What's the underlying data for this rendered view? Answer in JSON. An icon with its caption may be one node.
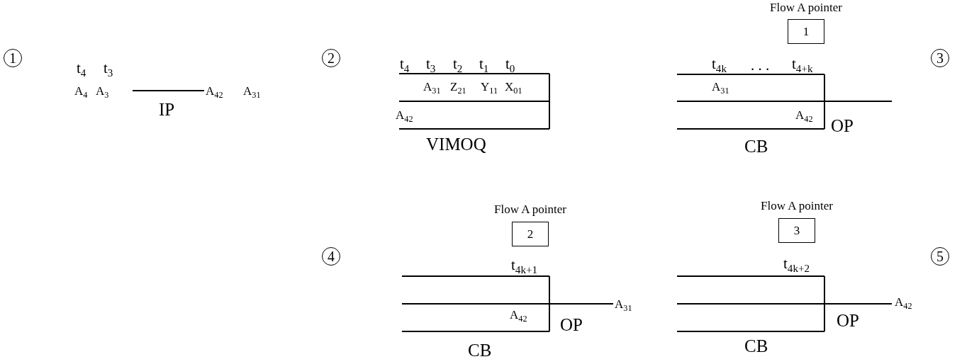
{
  "diagram": {
    "nodes": [
      {
        "text": [
          "1"
        ],
        "beside": [
          "Flow A pointer"
        ]
      },
      {
        "text": [
          "1"
        ]
      },
      {
        "text": [
          "2"
        ]
      },
      {
        "text": [
          "3"
        ]
      },
      {
        "text": [
          "4"
        ]
      },
      {
        "text": [
          "2"
        ],
        "beside": [
          "Flow A pointer"
        ]
      },
      {
        "text": [
          "3"
        ],
        "beside": [
          "Flow A pointer"
        ]
      },
      {
        "text": [
          "5"
        ]
      }
    ],
    "labels": [
      "t$_{4}$",
      "t$_{3}$",
      "A$_{4}$",
      "A$_{3}$",
      "A$_{42}$",
      "A$_{31}$",
      "IP",
      "t$_{4}$",
      "t$_{3}$",
      "t$_{2}$",
      "t$_{1}$",
      "t$_{0}$",
      "A$_{31}$",
      "Z$_{21}$",
      "Y$_{11}$",
      "X$_{01}$",
      "A$_{42}$",
      "VIMOQ",
      "t$_{4k}$",
      ". . .",
      "t$_{4+k}$",
      "A$_{31}$",
      "A$_{42}$",
      "OP",
      "CB",
      "t$_{4k+1}$",
      "A$_{31}$",
      "A$_{42}$",
      "OP",
      "CB",
      "t$_{4k+2}$",
      "A$_{42}$",
      "OP",
      "CB"
    ]
  }
}
